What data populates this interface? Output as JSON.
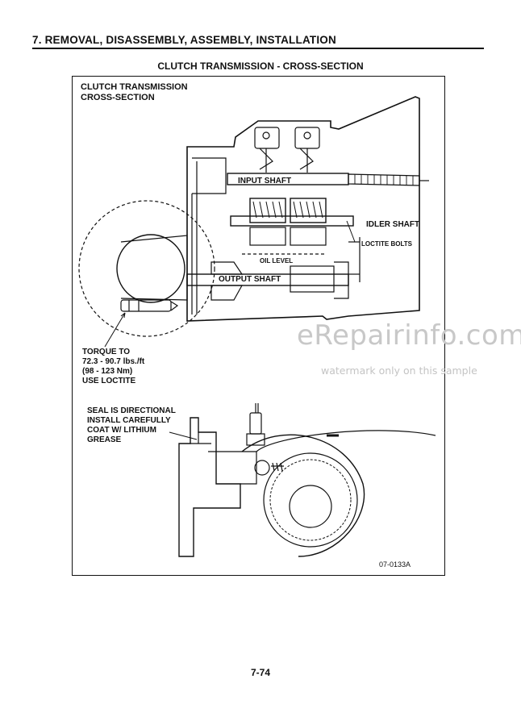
{
  "header": {
    "section_title": "7. REMOVAL, DISASSEMBLY, ASSEMBLY, INSTALLATION"
  },
  "figure": {
    "caption": "CLUTCH TRANSMISSION - CROSS-SECTION",
    "title_line1": "CLUTCH TRANSMISSION",
    "title_line2": "CROSS-SECTION",
    "labels": {
      "input_shaft": "INPUT SHAFT",
      "idler_shaft": "IDLER SHAFT",
      "loctite_bolts": "LOCTITE BOLTS",
      "oil_level": "OIL LEVEL",
      "output_shaft": "OUTPUT SHAFT"
    },
    "torque_note": {
      "line1": "TORQUE TO",
      "line2": "72.3 - 90.7 lbs./ft",
      "line3": "(98 - 123 Nm)",
      "line4": "USE LOCTITE"
    },
    "seal_note": {
      "line1": "SEAL IS DIRECTIONAL",
      "line2": "INSTALL CAREFULLY",
      "line3": "COAT W/ LITHIUM",
      "line4": "GREASE"
    },
    "figure_code": "07-0133A"
  },
  "watermark": {
    "main": "eRepairinfo.com",
    "sub": "watermark only on this sample"
  },
  "footer": {
    "page_number": "7-74"
  }
}
